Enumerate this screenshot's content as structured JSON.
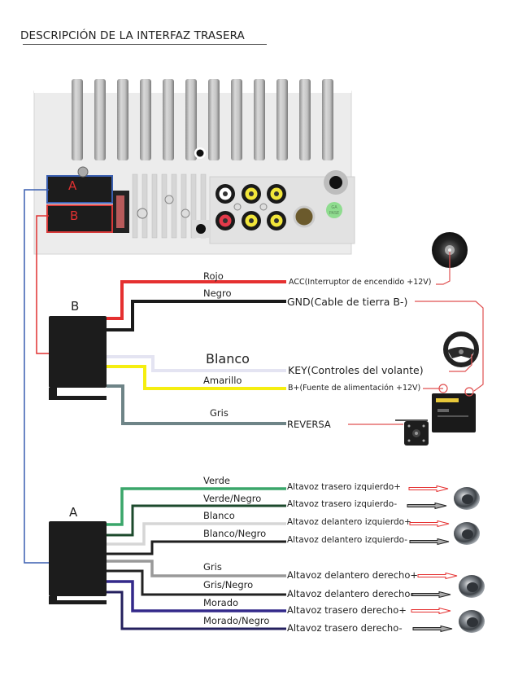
{
  "title": "DESCRIPCIÓN DE LA INTERFAZ TRASERA",
  "panel": {
    "port_a_label": "A",
    "port_b_label": "B",
    "gps_badge": "GA\nPASE",
    "colors": {
      "port_a": "#3a5fb0",
      "port_b": "#d93a3a",
      "label_red": "#e03030"
    }
  },
  "connectors": {
    "b": {
      "label": "B",
      "wires": [
        {
          "color_name": "Rojo",
          "color": "#e53030",
          "function": "ACC(Interruptor de encendido +12V)",
          "device": "ignition-switch"
        },
        {
          "color_name": "Negro",
          "color": "#1a1a1a",
          "function": "GND(Cable de tierra B-)",
          "device": "battery-negative"
        },
        {
          "color_name": "Blanco",
          "color": "#e4e4f2",
          "function": "KEY(Controles del volante)",
          "device": "steering-wheel"
        },
        {
          "color_name": "Amarillo",
          "color": "#f5ee10",
          "function": "B+(Fuente de alimentación +12V)",
          "device": "battery-positive"
        },
        {
          "color_name": "Gris",
          "color": "#6e8487",
          "function": "REVERSA",
          "device": "rear-camera"
        }
      ]
    },
    "a": {
      "label": "A",
      "wires": [
        {
          "color_name": "Verde",
          "color": "#3aa66a",
          "function": "Altavoz trasero izquierdo",
          "polarity": "+",
          "device": "speaker-rear-left"
        },
        {
          "color_name": "Verde/Negro",
          "color": "#1c4a2c",
          "function": "Altavoz trasero izquierdo",
          "polarity": "-",
          "device": "speaker-rear-left"
        },
        {
          "color_name": "Blanco",
          "color": "#d6d6d6",
          "function": "Altavoz delantero izquierdo",
          "polarity": "+",
          "device": "speaker-front-left"
        },
        {
          "color_name": "Blanco/Negro",
          "color": "#1f1f1f",
          "function": "Altavoz delantero izquierdo",
          "polarity": "-",
          "device": "speaker-front-left"
        },
        {
          "color_name": "Gris",
          "color": "#999999",
          "function": "Altavoz delantero derecho",
          "polarity": "+",
          "device": "speaker-front-right"
        },
        {
          "color_name": "Gris/Negro",
          "color": "#222222",
          "function": "Altavoz delantero derecho",
          "polarity": "-",
          "device": "speaker-front-right"
        },
        {
          "color_name": "Morado",
          "color": "#33298a",
          "function": "Altavoz trasero derecho",
          "polarity": "+",
          "device": "speaker-rear-right"
        },
        {
          "color_name": "Morado/Negro",
          "color": "#24205e",
          "function": "Altavoz trasero derecho",
          "polarity": "-",
          "device": "speaker-rear-right"
        }
      ]
    }
  },
  "accent_colors": {
    "link_line": "#e05050",
    "positive_arrow": "#e53030",
    "negative_arrow": "#222222",
    "harness_a_line": "#3a5fb0",
    "harness_b_line": "#e03030"
  }
}
